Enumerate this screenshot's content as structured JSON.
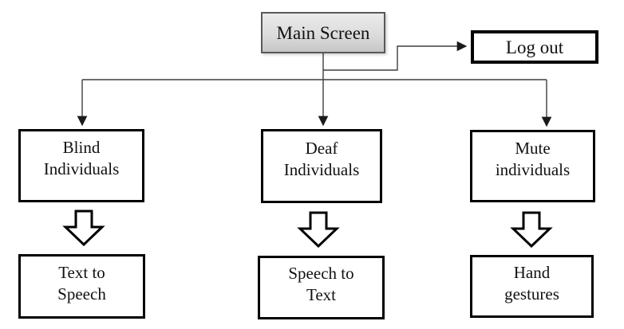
{
  "nodes": {
    "main_screen": {
      "label": "Main Screen"
    },
    "log_out": {
      "label": "Log out"
    },
    "blind_individuals": {
      "line1": "Blind",
      "line2": "Individuals"
    },
    "deaf_individuals": {
      "line1": "Deaf",
      "line2": "Individuals"
    },
    "mute_individuals": {
      "line1": "Mute",
      "line2": "individuals"
    },
    "text_to_speech": {
      "line1": "Text to",
      "line2": "Speech"
    },
    "speech_to_text": {
      "line1": "Speech to",
      "line2": "Text"
    },
    "hand_gestures": {
      "line1": "Hand",
      "line2": "gestures"
    }
  },
  "edges": [
    {
      "from": "Main Screen",
      "to": "Log out",
      "style": "thin-arrow"
    },
    {
      "from": "Main Screen",
      "to": "Blind Individuals",
      "style": "thin-arrow"
    },
    {
      "from": "Main Screen",
      "to": "Deaf Individuals",
      "style": "thin-arrow"
    },
    {
      "from": "Main Screen",
      "to": "Mute individuals",
      "style": "thin-arrow"
    },
    {
      "from": "Blind Individuals",
      "to": "Text to Speech",
      "style": "block-arrow"
    },
    {
      "from": "Deaf Individuals",
      "to": "Speech to Text",
      "style": "block-arrow"
    },
    {
      "from": "Mute individuals",
      "to": "Hand gestures",
      "style": "block-arrow"
    }
  ],
  "colors": {
    "background": "#ffffff",
    "box_border": "#000000",
    "box_fill": "#ffffff",
    "main_screen_fill_top": "#ebebeb",
    "main_screen_fill_bottom": "#c7c7c7",
    "main_screen_border": "#595959",
    "connector": "#3f3f3f",
    "arrowhead": "#1a1a1a",
    "text": "#111111"
  }
}
